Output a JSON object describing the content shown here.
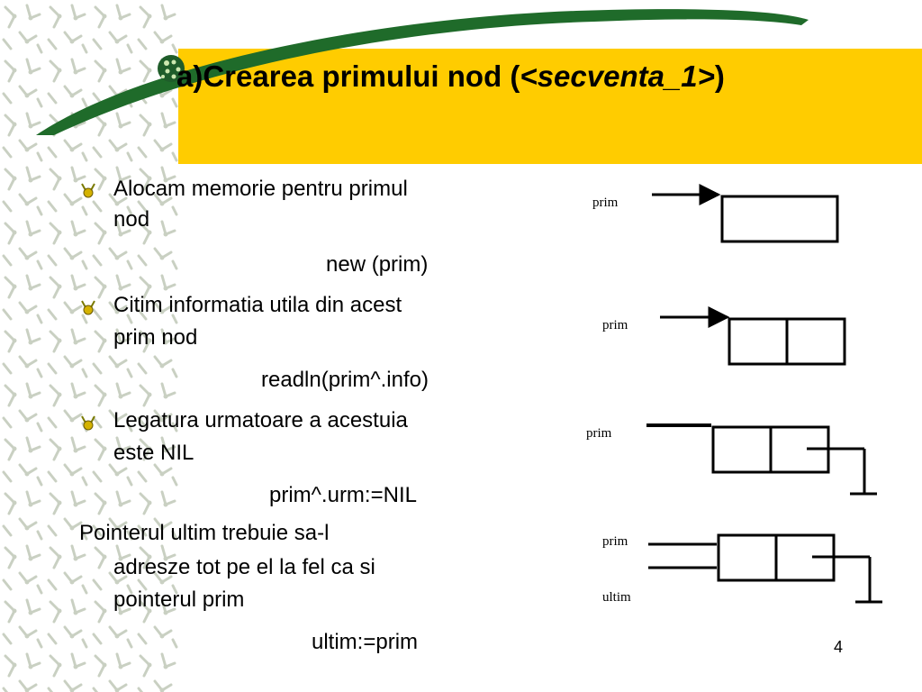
{
  "slide": {
    "title_prefix": "a)Crearea primului nod (",
    "title_italic": "<secventa_1>",
    "title_suffix": ")",
    "bullets": [
      {
        "line1": "Alocam memorie pentru primul",
        "line2": "nod",
        "code": "new (prim)"
      },
      {
        "line1": "Citim informatia utila din acest",
        "line2": "prim nod",
        "code": "readln(prim^.info)"
      },
      {
        "line1": "Legatura urmatoare a acestuia",
        "line2": "este NIL",
        "code": "prim^.urm:=NIL"
      }
    ],
    "paragraph": {
      "line1": "Pointerul ultim trebuie sa-l",
      "line2": "adresze tot pe el la fel ca si",
      "line3": "pointerul prim",
      "code": "ultim:=prim"
    },
    "diagram_labels": {
      "prim1": "prim",
      "prim2": "prim",
      "prim3": "prim",
      "prim4": "prim",
      "ultim": "ultim"
    },
    "page_number": "4"
  },
  "colors": {
    "title_bar": "#ffcc00",
    "swoosh": "#1f6b2a",
    "pattern": "#c8cfc0"
  }
}
